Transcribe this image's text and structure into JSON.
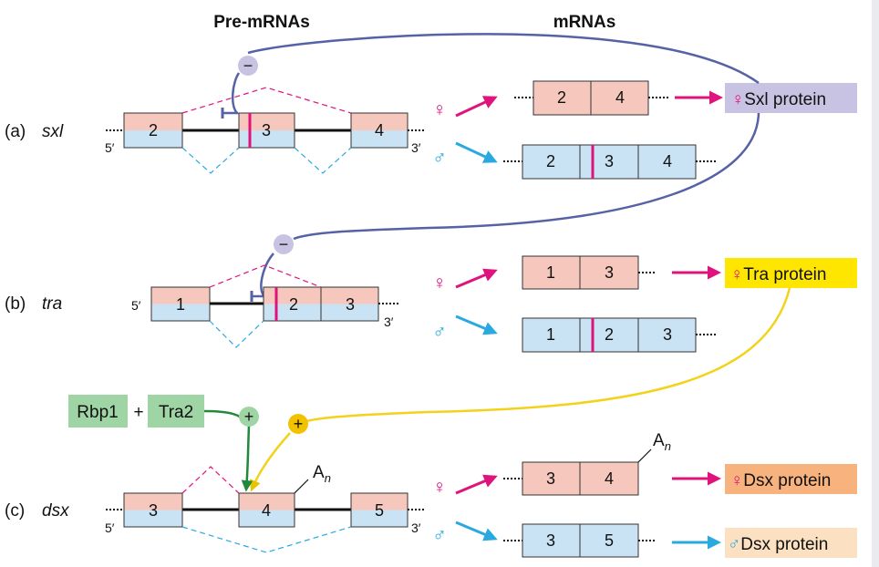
{
  "headers": {
    "pre_mrnas": "Pre-mRNAs",
    "mrnas": "mRNAs"
  },
  "rows": [
    {
      "label": "(a)",
      "gene": "sxl",
      "pre_exons": [
        "2",
        "3",
        "4"
      ],
      "five_prime": "5′",
      "three_prime": "3′",
      "female_mrna_exons": [
        "2",
        "4"
      ],
      "male_mrna_exons": [
        "2",
        "3",
        "4"
      ],
      "protein_sym": "♀",
      "protein": "Sxl protein"
    },
    {
      "label": "(b)",
      "gene": "tra",
      "pre_exons": [
        "1",
        "2",
        "3"
      ],
      "five_prime": "5′",
      "three_prime": "3′",
      "female_mrna_exons": [
        "1",
        "3"
      ],
      "male_mrna_exons": [
        "1",
        "2",
        "3"
      ],
      "protein_sym": "♀",
      "protein": "Tra protein"
    },
    {
      "label": "(c)",
      "gene": "dsx",
      "pre_exons": [
        "3",
        "4",
        "5"
      ],
      "five_prime": "5′",
      "three_prime": "3′",
      "polyA_base": "A",
      "polyA_sub": "n",
      "female_mrna_exons": [
        "3",
        "4"
      ],
      "male_mrna_exons": [
        "3",
        "5"
      ],
      "female_protein_sym": "♀",
      "female_protein": "Dsx protein",
      "male_protein_sym": "♂",
      "male_protein": "Dsx protein"
    }
  ],
  "sex_symbols": {
    "female": "♀",
    "male": "♂"
  },
  "regulators": {
    "rbp1": "Rbp1",
    "plus": "+",
    "tra2": "Tra2"
  },
  "signs": {
    "minus": "−",
    "plus": "+"
  },
  "colors": {
    "exon_top": "#f6c7bc",
    "exon_bottom": "#c9e3f5",
    "mrna_blue": "#c9e3f5",
    "female": "#e0127c",
    "male": "#29a9e0",
    "repressor": "#5562a6",
    "tra": "#f2d21b",
    "regulator": "#9fd4a4",
    "regulator_arrow": "#1f8a3a",
    "sxl_box": "#c9c3e3",
    "tra_box": "#ffe600",
    "dsx_f_box": "#f7b27d",
    "dsx_m_box": "#fbe0c2"
  }
}
